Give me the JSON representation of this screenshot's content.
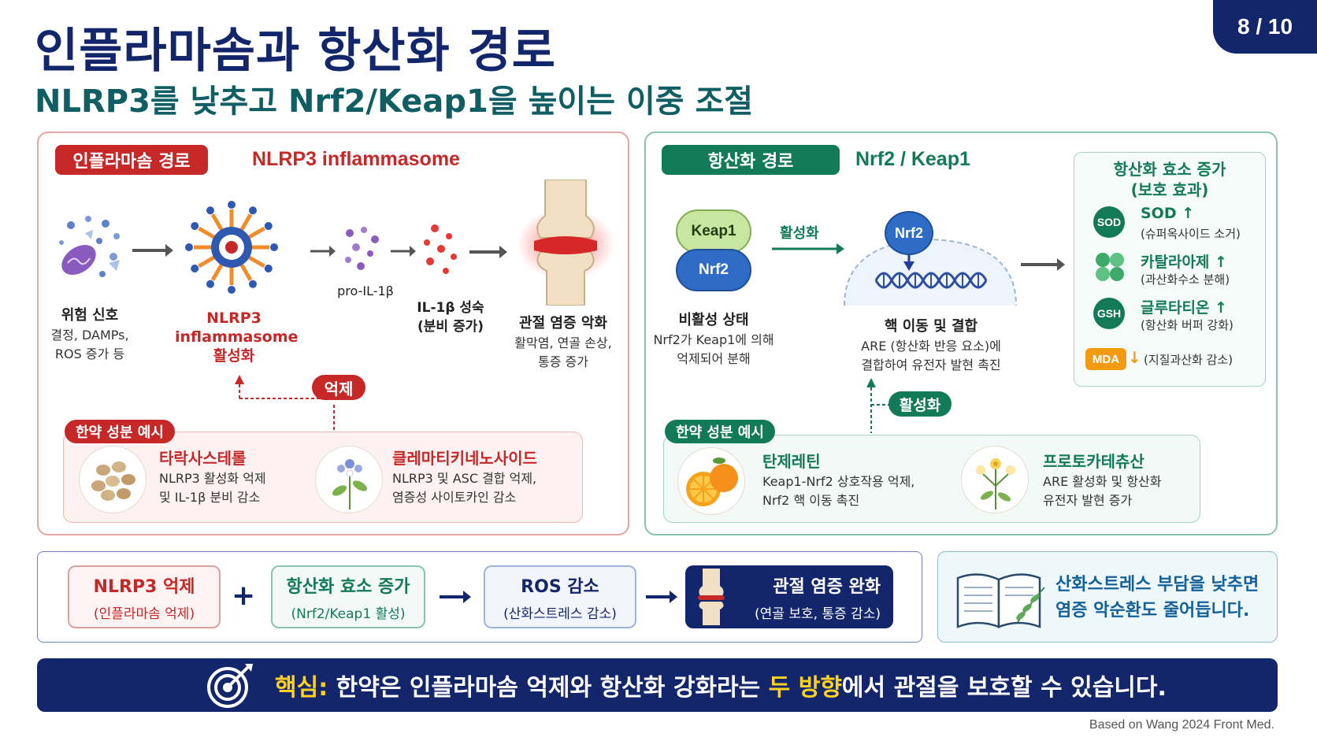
{
  "header": {
    "title": "인플라마솜과 항산화 경로",
    "subtitle": "NLRP3를 낮추고 Nrf2/Keap1을 높이는 이중 조절",
    "page": "8 / 10"
  },
  "inflammasome": {
    "pill": "인플라마솜 경로",
    "heading": "NLRP3 inflammasome",
    "danger": {
      "title": "위험 신호",
      "desc1": "결정, DAMPs,",
      "desc2": "ROS 증가 등"
    },
    "nlrp3": {
      "line1": "NLRP3",
      "line2": "inflammasome",
      "line3": "활성화"
    },
    "pro": "pro-IL-1β",
    "il1b": {
      "line1": "IL-1β 성숙",
      "line2": "(분비 증가)"
    },
    "joint": {
      "title": "관절 염증 악화",
      "desc1": "활막염, 연골 손상,",
      "desc2": "통증 증가"
    },
    "inhibit": "억제",
    "herb_tag": "한약 성분 예시",
    "herbs": [
      {
        "name": "타락사스테롤",
        "desc1": "NLRP3 활성화 억제",
        "desc2": "및 IL-1β 분비 감소"
      },
      {
        "name": "클레마티키네노사이드",
        "desc1": "NLRP3 및 ASC 결합 억제,",
        "desc2": "염증성 사이토카인 감소"
      }
    ]
  },
  "antioxidant": {
    "pill": "항산화 경로",
    "heading": "Nrf2 / Keap1",
    "keap1": "Keap1",
    "nrf2": "Nrf2",
    "activation": "활성화",
    "inactive": {
      "title": "비활성 상태",
      "desc1": "Nrf2가 Keap1에 의해",
      "desc2": "억제되어 분해"
    },
    "nucleus": {
      "title": "핵 이동 및 결합",
      "desc1": "ARE (항산화 반응 요소)에",
      "desc2": "결합하여 유전자 발현 촉진"
    },
    "activate_tag": "활성화",
    "herb_tag": "한약 성분 예시",
    "herbs": [
      {
        "name": "탄제레틴",
        "desc1": "Keap1-Nrf2 상호작용 억제,",
        "desc2": "Nrf2 핵 이동 촉진"
      },
      {
        "name": "프로토카테츄산",
        "desc1": "ARE 활성화 및 항산화",
        "desc2": "유전자 발현 증가"
      }
    ],
    "box_title1": "항산화 효소 증가",
    "box_title2": "(보호 효과)",
    "enzymes": [
      {
        "badge": "SOD",
        "name": "SOD ↑",
        "desc": "(슈퍼옥사이드 소거)"
      },
      {
        "badge": "",
        "name": "카탈라아제 ↑",
        "desc": "(과산화수소 분해)"
      },
      {
        "badge": "GSH",
        "name": "글루타티온 ↑",
        "desc": "(항산화 버퍼 강화)"
      }
    ],
    "mda": {
      "badge": "MDA",
      "arrow": "↓",
      "desc": "(지질과산화 감소)"
    }
  },
  "flow": {
    "plus": "+",
    "steps": [
      {
        "title": "NLRP3 억제",
        "sub": "(인플라마솜 억제)"
      },
      {
        "title": "항산화 효소 증가",
        "sub": "(Nrf2/Keap1 활성)"
      },
      {
        "title": "ROS 감소",
        "sub": "(산화스트레스 감소)"
      },
      {
        "title": "관절 염증 완화",
        "sub": "(연골 보호, 통증 감소)"
      }
    ],
    "note1": "산화스트레스 부담을 낮추면",
    "note2": "염증 악순환도 줄어듭니다."
  },
  "key": {
    "label": "핵심:",
    "text1": " 한약은 인플라마솜 억제와 항산화 강화라는 ",
    "highlight": "두 방향",
    "text2": "에서 관절을 보호할 수 있습니다."
  },
  "source": "Based on Wang 2024 Front Med."
}
